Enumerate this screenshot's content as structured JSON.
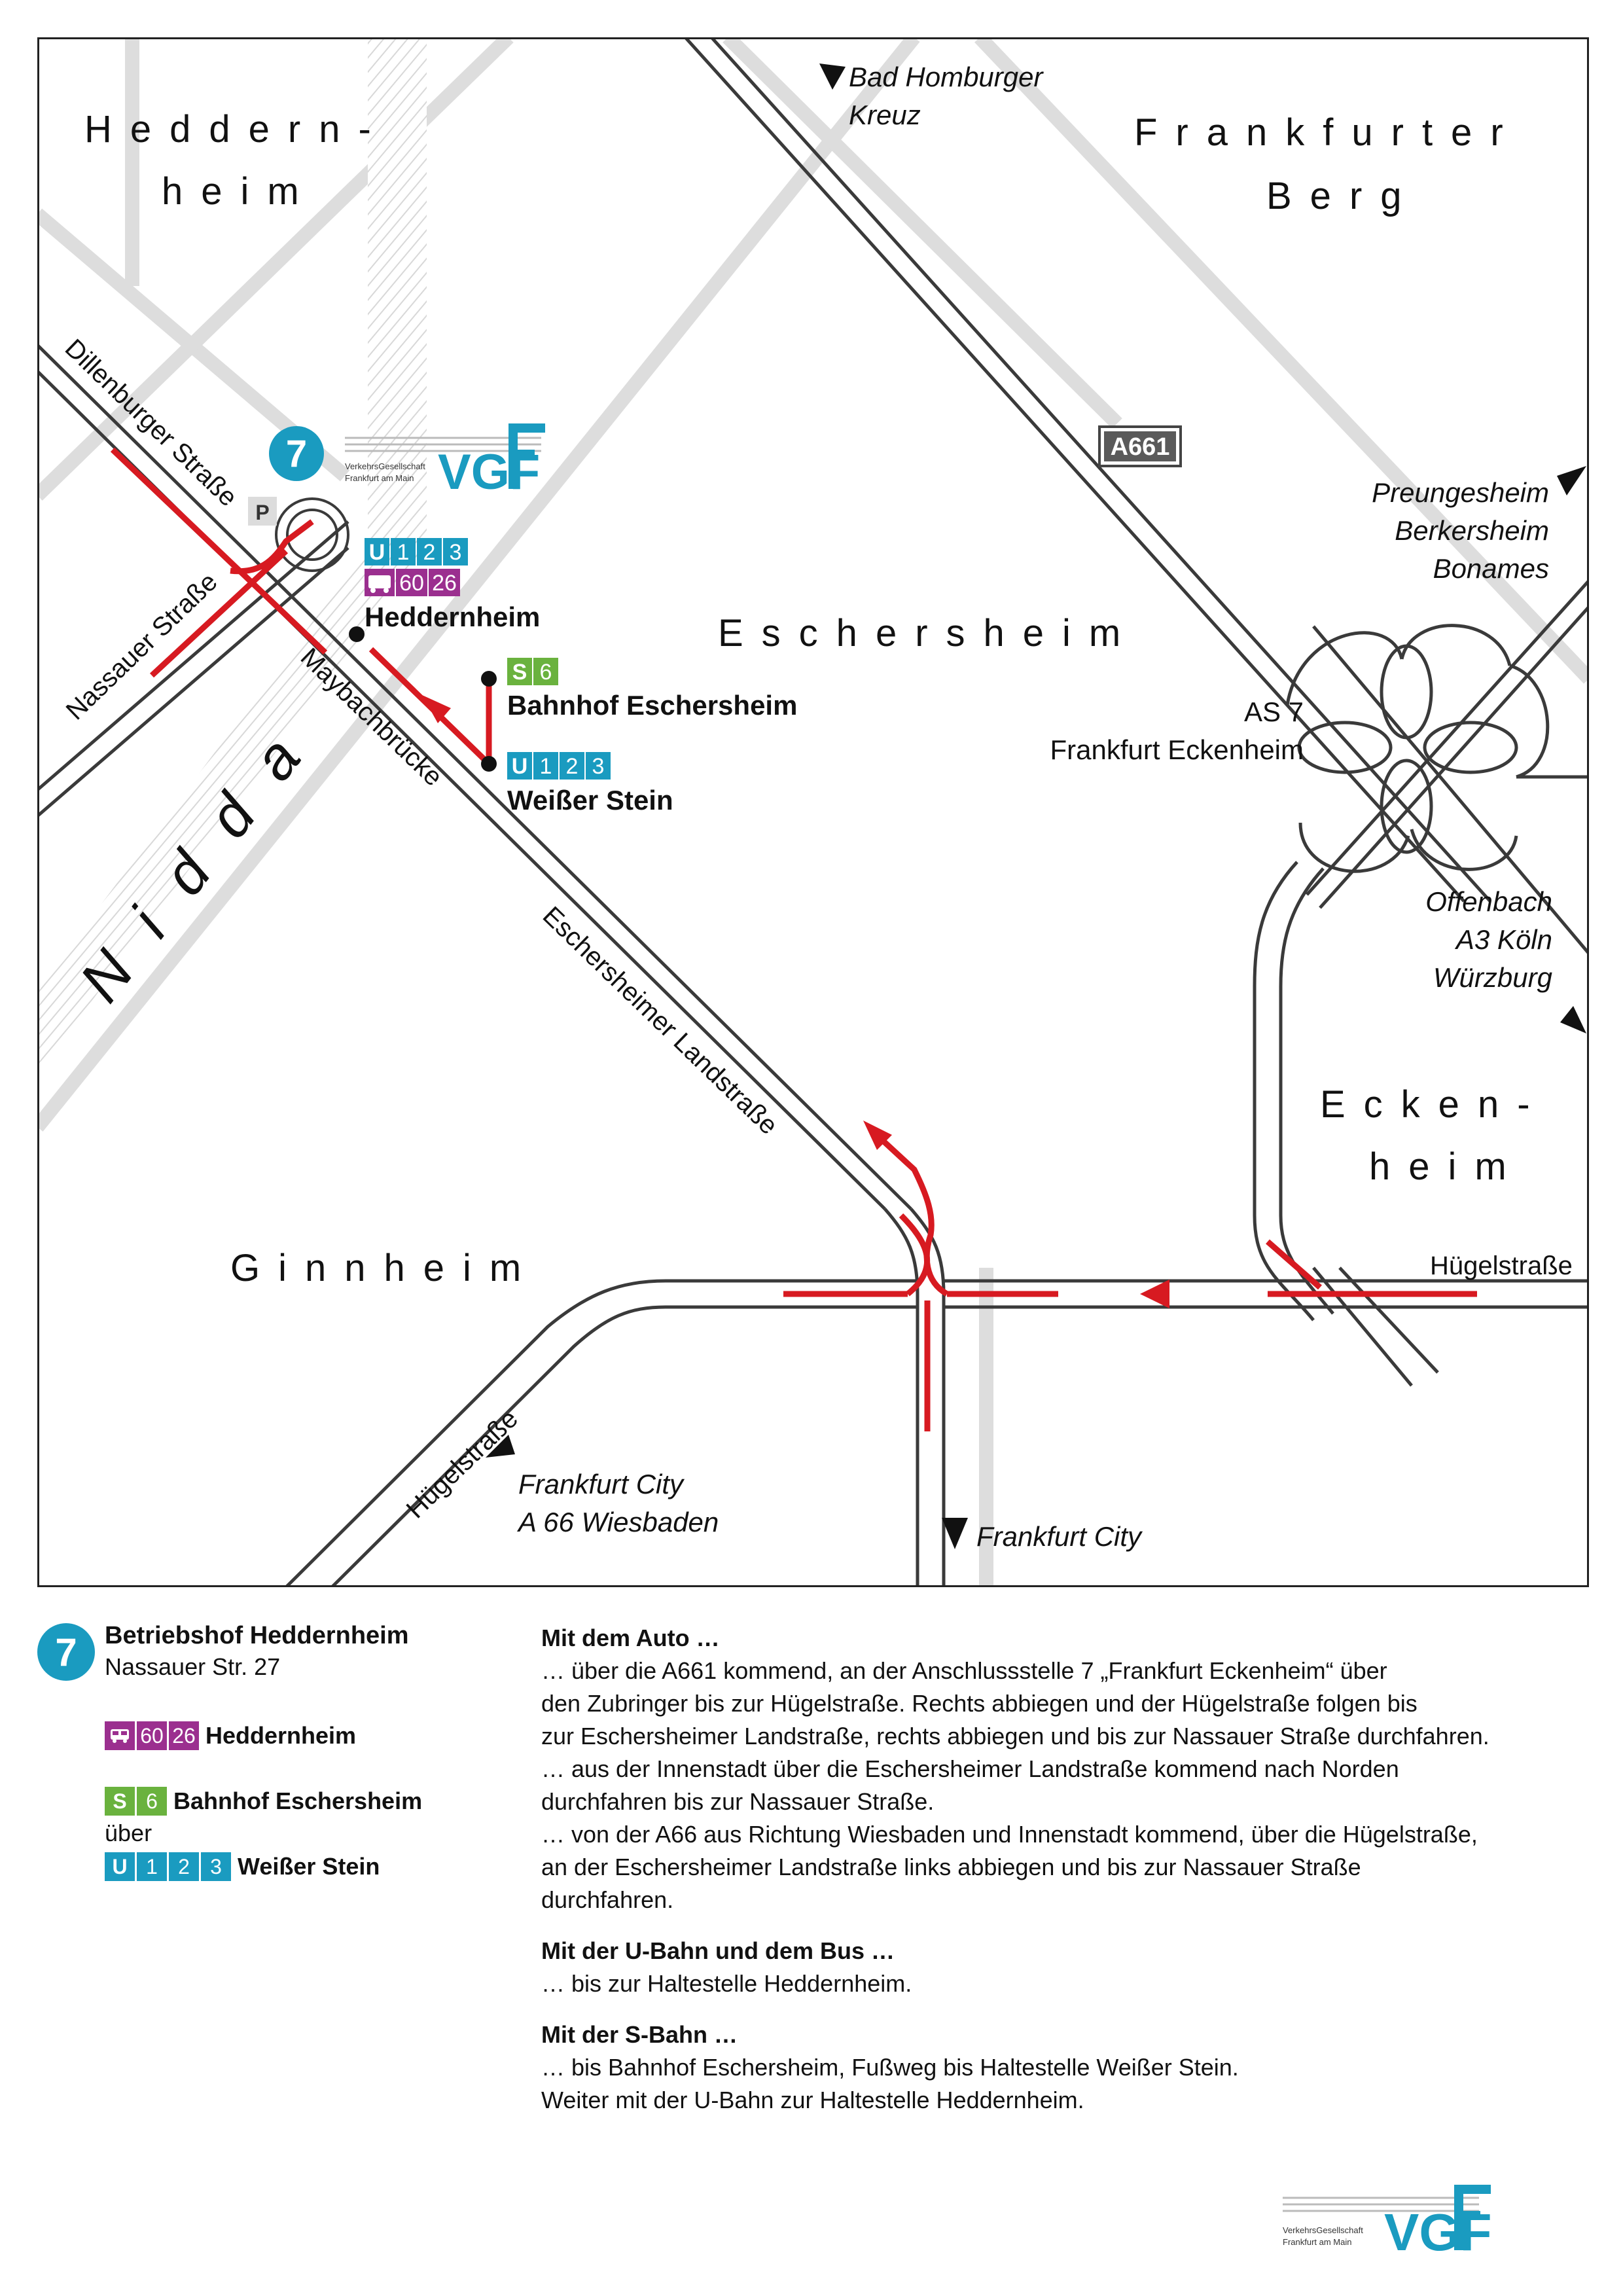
{
  "map": {
    "districts": {
      "heddernheim": [
        "Heddern-",
        "heim"
      ],
      "frankfurter_berg": [
        "Frankfurter",
        "Berg"
      ],
      "eschersheim": "Eschersheim",
      "ginnheim": "Ginnheim",
      "eckenheim": [
        "Ecken-",
        "heim"
      ]
    },
    "river": "Nidda",
    "streets": {
      "dillenburger": "Dillenburger Straße",
      "nassauer": "Nassauer Straße",
      "maybach": "Maybachbrücke",
      "eschersheimer": "Eschersheimer Landstraße",
      "huegel_w": "Hügelstraße",
      "huegel_e": "Hügelstraße"
    },
    "highway": "A661",
    "destinations": {
      "bad_homburg": [
        "Bad Homburger",
        "Kreuz"
      ],
      "preungesheim": [
        "Preungesheim",
        "Berkersheim",
        "Bonames"
      ],
      "offenbach": [
        "Offenbach",
        "A3 Köln",
        "Würzburg"
      ],
      "city_a66": [
        "Frankfurt City",
        "A 66 Wiesbaden"
      ],
      "city": "Frankfurt City"
    },
    "junction": [
      "AS 7",
      "Frankfurt Eckenheim"
    ],
    "location_number": "7",
    "parking": "P",
    "stops": {
      "heddernheim": {
        "name": "Heddernheim",
        "u_lines": [
          "U",
          "1",
          "2",
          "3"
        ],
        "bus_lines": [
          "60",
          "26"
        ]
      },
      "bahnhof_eschersheim": {
        "name": "Bahnhof Eschersheim",
        "s_lines": [
          "S",
          "6"
        ]
      },
      "weisser_stein": {
        "name": "Weißer Stein",
        "u_lines": [
          "U",
          "1",
          "2",
          "3"
        ]
      }
    },
    "logo": {
      "small_text": [
        "VerkehrsGesellschaft",
        "Frankfurt am Main"
      ],
      "brand": "VGF"
    },
    "colors": {
      "route": "#d71a21",
      "road": "#3a3a3a",
      "u_bahn": "#1a9bc0",
      "bus": "#9b2f8f",
      "s_bahn": "#6ab23e"
    }
  },
  "info": {
    "location_number": "7",
    "name": "Betriebshof Heddernheim",
    "address": "Nassauer Str. 27",
    "bus": {
      "lines": [
        "60",
        "26"
      ],
      "stop": "Heddernheim"
    },
    "sbahn": {
      "lines": [
        "S",
        "6"
      ],
      "stop": "Bahnhof Eschersheim"
    },
    "via": "über",
    "ubahn": {
      "lines": [
        "U",
        "1",
        "2",
        "3"
      ],
      "stop": "Weißer Stein"
    }
  },
  "directions": {
    "car_title": "Mit dem Auto …",
    "car_lines": [
      "… über die A661 kommend, an der Anschlussstelle 7 „Frankfurt Eckenheim“ über",
      "den Zubringer bis zur Hügelstraße. Rechts abbiegen und der Hügelstraße folgen bis",
      "zur Eschersheimer Landstraße, rechts abbiegen und bis zur Nassauer Straße durchfahren.",
      "… aus der Innenstadt über die Eschersheimer Landstraße kommend nach Norden",
      "durchfahren bis zur Nassauer Straße.",
      "… von der A66 aus Richtung Wiesbaden und Innenstadt kommend, über die Hügelstraße,",
      "an der Eschersheimer Landstraße links abbiegen und bis zur Nassauer Straße",
      "durchfahren."
    ],
    "ubus_title": "Mit der U-Bahn und dem Bus …",
    "ubus_lines": [
      "… bis zur Haltestelle Heddernheim."
    ],
    "sbahn_title": "Mit der S-Bahn …",
    "sbahn_lines": [
      "… bis Bahnhof Eschersheim, Fußweg bis Haltestelle Weißer Stein.",
      "Weiter mit der U-Bahn zur Haltestelle Heddernheim."
    ]
  },
  "footer_logo": {
    "small_text": [
      "VerkehrsGesellschaft",
      "Frankfurt am Main"
    ],
    "brand": "VGF"
  }
}
